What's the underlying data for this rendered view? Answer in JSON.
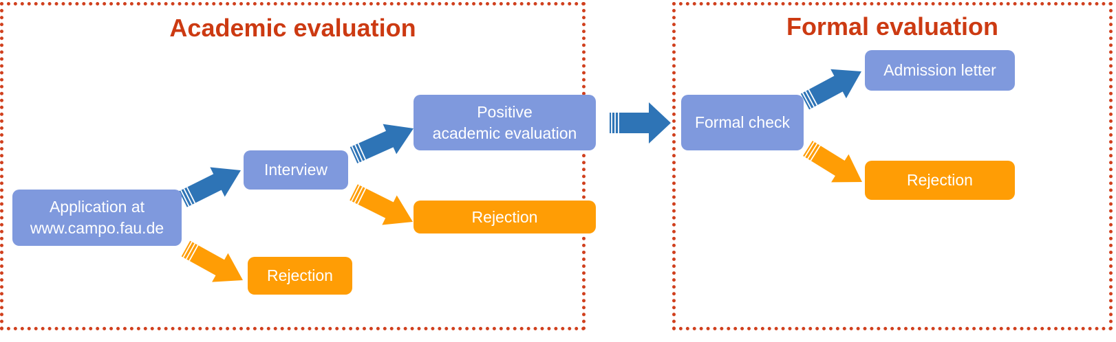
{
  "panels": {
    "academic": {
      "title": "Academic evaluation"
    },
    "formal": {
      "title": "Formal evaluation"
    }
  },
  "nodes": {
    "application": {
      "line1": "Application at",
      "line2": "www.campo.fau.de"
    },
    "interview": {
      "label": "Interview"
    },
    "rejection_1": {
      "label": "Rejection"
    },
    "positive": {
      "line1": "Positive",
      "line2": "academic evaluation"
    },
    "rejection_2": {
      "label": "Rejection"
    },
    "formal_check": {
      "label": "Formal check"
    },
    "admission": {
      "label": "Admission letter"
    },
    "rejection_3": {
      "label": "Rejection"
    }
  },
  "colors": {
    "panel_border": "#d0401e",
    "title": "#cc3a12",
    "positive_box": "#7f99dd",
    "negative_box": "#ff9d05",
    "positive_arrow": "#2e74b6",
    "negative_arrow": "#ff9d05"
  },
  "edges": [
    {
      "from": "application",
      "to": "interview",
      "kind": "positive"
    },
    {
      "from": "application",
      "to": "rejection_1",
      "kind": "negative"
    },
    {
      "from": "interview",
      "to": "positive",
      "kind": "positive"
    },
    {
      "from": "interview",
      "to": "rejection_2",
      "kind": "negative"
    },
    {
      "from": "positive",
      "to": "formal_check",
      "kind": "transition"
    },
    {
      "from": "formal_check",
      "to": "admission",
      "kind": "positive"
    },
    {
      "from": "formal_check",
      "to": "rejection_3",
      "kind": "negative"
    }
  ]
}
